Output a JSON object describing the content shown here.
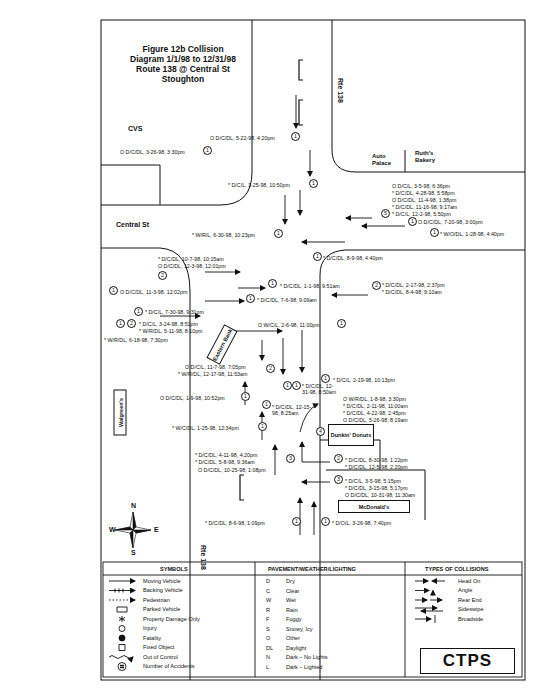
{
  "diagram": {
    "title": "Figure 12b Collision Diagram 1/1/98 to 12/31/98 Route 138 @ Central St Stoughton",
    "nodes": [
      {
        "text": [
          "Eastern Bank"
        ]
      },
      {
        "text": [
          "Walgreen's"
        ]
      },
      {
        "text": [
          "Dunkin' Donuts"
        ]
      },
      {
        "text": [
          "McDonald's"
        ]
      },
      {
        "text": [
          "CTPS"
        ]
      }
    ],
    "labels": [
      "CVS",
      "Rte 138",
      "O D/C/DL, 5-22-98, 4:20pm",
      "1",
      "O D/C/DL, 3-26-98, 3:30pm",
      "1",
      "Auto Palace",
      "Ruth's Bakery",
      "* D/C/L, 1-25-98, 10:50pm",
      "1",
      "O D/C/L, 3-5-98, 6:36pm",
      "* D/C/DL, 4-28-98, 5:58pm",
      "O D/C/DL, 11-4-98, 1:38pm",
      "* D/C/DL, 11-16-98, 9:17am",
      "* D/C/L, 12-2-98, 5:50pm",
      "5",
      "1",
      "O D/C/DL, 7-20-98, 3:00pm",
      "Central St",
      "* W/R/L, 6-30-98, 10:23pm",
      "1",
      "1",
      "* W/O/DL, 1-28-98, 4:40pm",
      "1",
      "* D/C/DL, 8-9-98, 4:40pm",
      "* D/C/DL, 10-7-98, 10:15am",
      "O D/C/DL, 12-3-98, 12:01pm",
      "2",
      "1",
      "* D/C/DL, 1-1-98, 9:51am",
      "2",
      "* D/C/DL, 2-17-98, 2:37pm",
      "* D/C/DL, 8-4-98, 9:10am",
      "1",
      "O D/C/DL, 11-3-98, 12:02pm",
      "1",
      "* D/C/DL, 7-6-98, 9:09am",
      "1",
      "* D/C/L, 7-30-98, 9:31pm",
      "1",
      "2",
      "* D/C/L, 3-24-98, 8:51pm",
      "* W/R/DL, 5-11-98, 8:10pm",
      "* W/R/DL, 6-18-98, 7:30pm",
      "O W/C/L, 2-6-98, 11:00pm",
      "1",
      "O D/C/L, 11-7-98, 7:05pm",
      "* W/R/DL, 12-17-98, 11:53am",
      "2",
      "1",
      "* D/C/L, 2-19-98, 10:13pm",
      "1",
      "1",
      "* D/C/DL, 12-31-98, 8:50am",
      "O D/C/DL, 1-9-98, 10:52pm",
      "1",
      "O W/R/DL, 1-8-98, 3:30pm",
      "* D/C/DL, 2-11-98, 11:00am",
      "* D/C/DL, 4-22-98, 2:45pm",
      "O D/C/DL, 5-26-98, 8:19am",
      "1",
      "* D/C/DL, 12-15-98, 8:25am",
      "4",
      "1",
      "* W/C/DL, 1-25-98, 12:34pm",
      "2",
      "* D/C/DL, 8-30-98, 1:22pm",
      "* D/C/DL, 12-5-98, 2:20pm",
      "* D/C/DL, 4-11-98, 4:20pm",
      "* D/C/DL, 5-8-98, 9:36am",
      "O D/C/DL, 10-25-98, 1:08pm",
      "3",
      "3",
      "* D/C/L, 3-5-98, 5:15pm",
      "* D/C/DL, 3-15-98, 5:17pm",
      "O D/C/DL, 10-31-98, 11:30am",
      "N",
      "W",
      "E",
      "S",
      "* D/C/DL, 8-6-98, 1:09pm",
      "1",
      "1",
      "* D/O/L, 3-26-98, 7:40pm",
      "Rte 138",
      "SYMBOLS",
      "PAVEMENT/WEATHER/LIGHTING",
      "TYPES OF COLLISIONS",
      "D",
      "Dry",
      "C",
      "Clear",
      "W",
      "Wet",
      "R",
      "Rain",
      "F",
      "Foggy",
      "S",
      "Snowy, Icy",
      "O",
      "Other",
      "DL",
      "Daylight",
      "N",
      "Dark – No Lights",
      "L",
      "Dark – Lighted"
    ],
    "legend": [
      {
        "text": "Moving Vehicle"
      },
      {
        "text": "Backing Vehicle"
      },
      {
        "text": "Pedestrian"
      },
      {
        "text": "Parked Vehicle"
      },
      {
        "text": "Property Damage Only"
      },
      {
        "text": "Injury"
      },
      {
        "text": "Fatality"
      },
      {
        "text": "Fixed Object"
      },
      {
        "text": "Out of Control"
      },
      {
        "text": "Number of Accidents"
      },
      {
        "text": "Head On"
      },
      {
        "text": "Angle"
      },
      {
        "text": "Rear End"
      },
      {
        "text": "Sideswipe"
      },
      {
        "text": "Broadside"
      }
    ]
  }
}
